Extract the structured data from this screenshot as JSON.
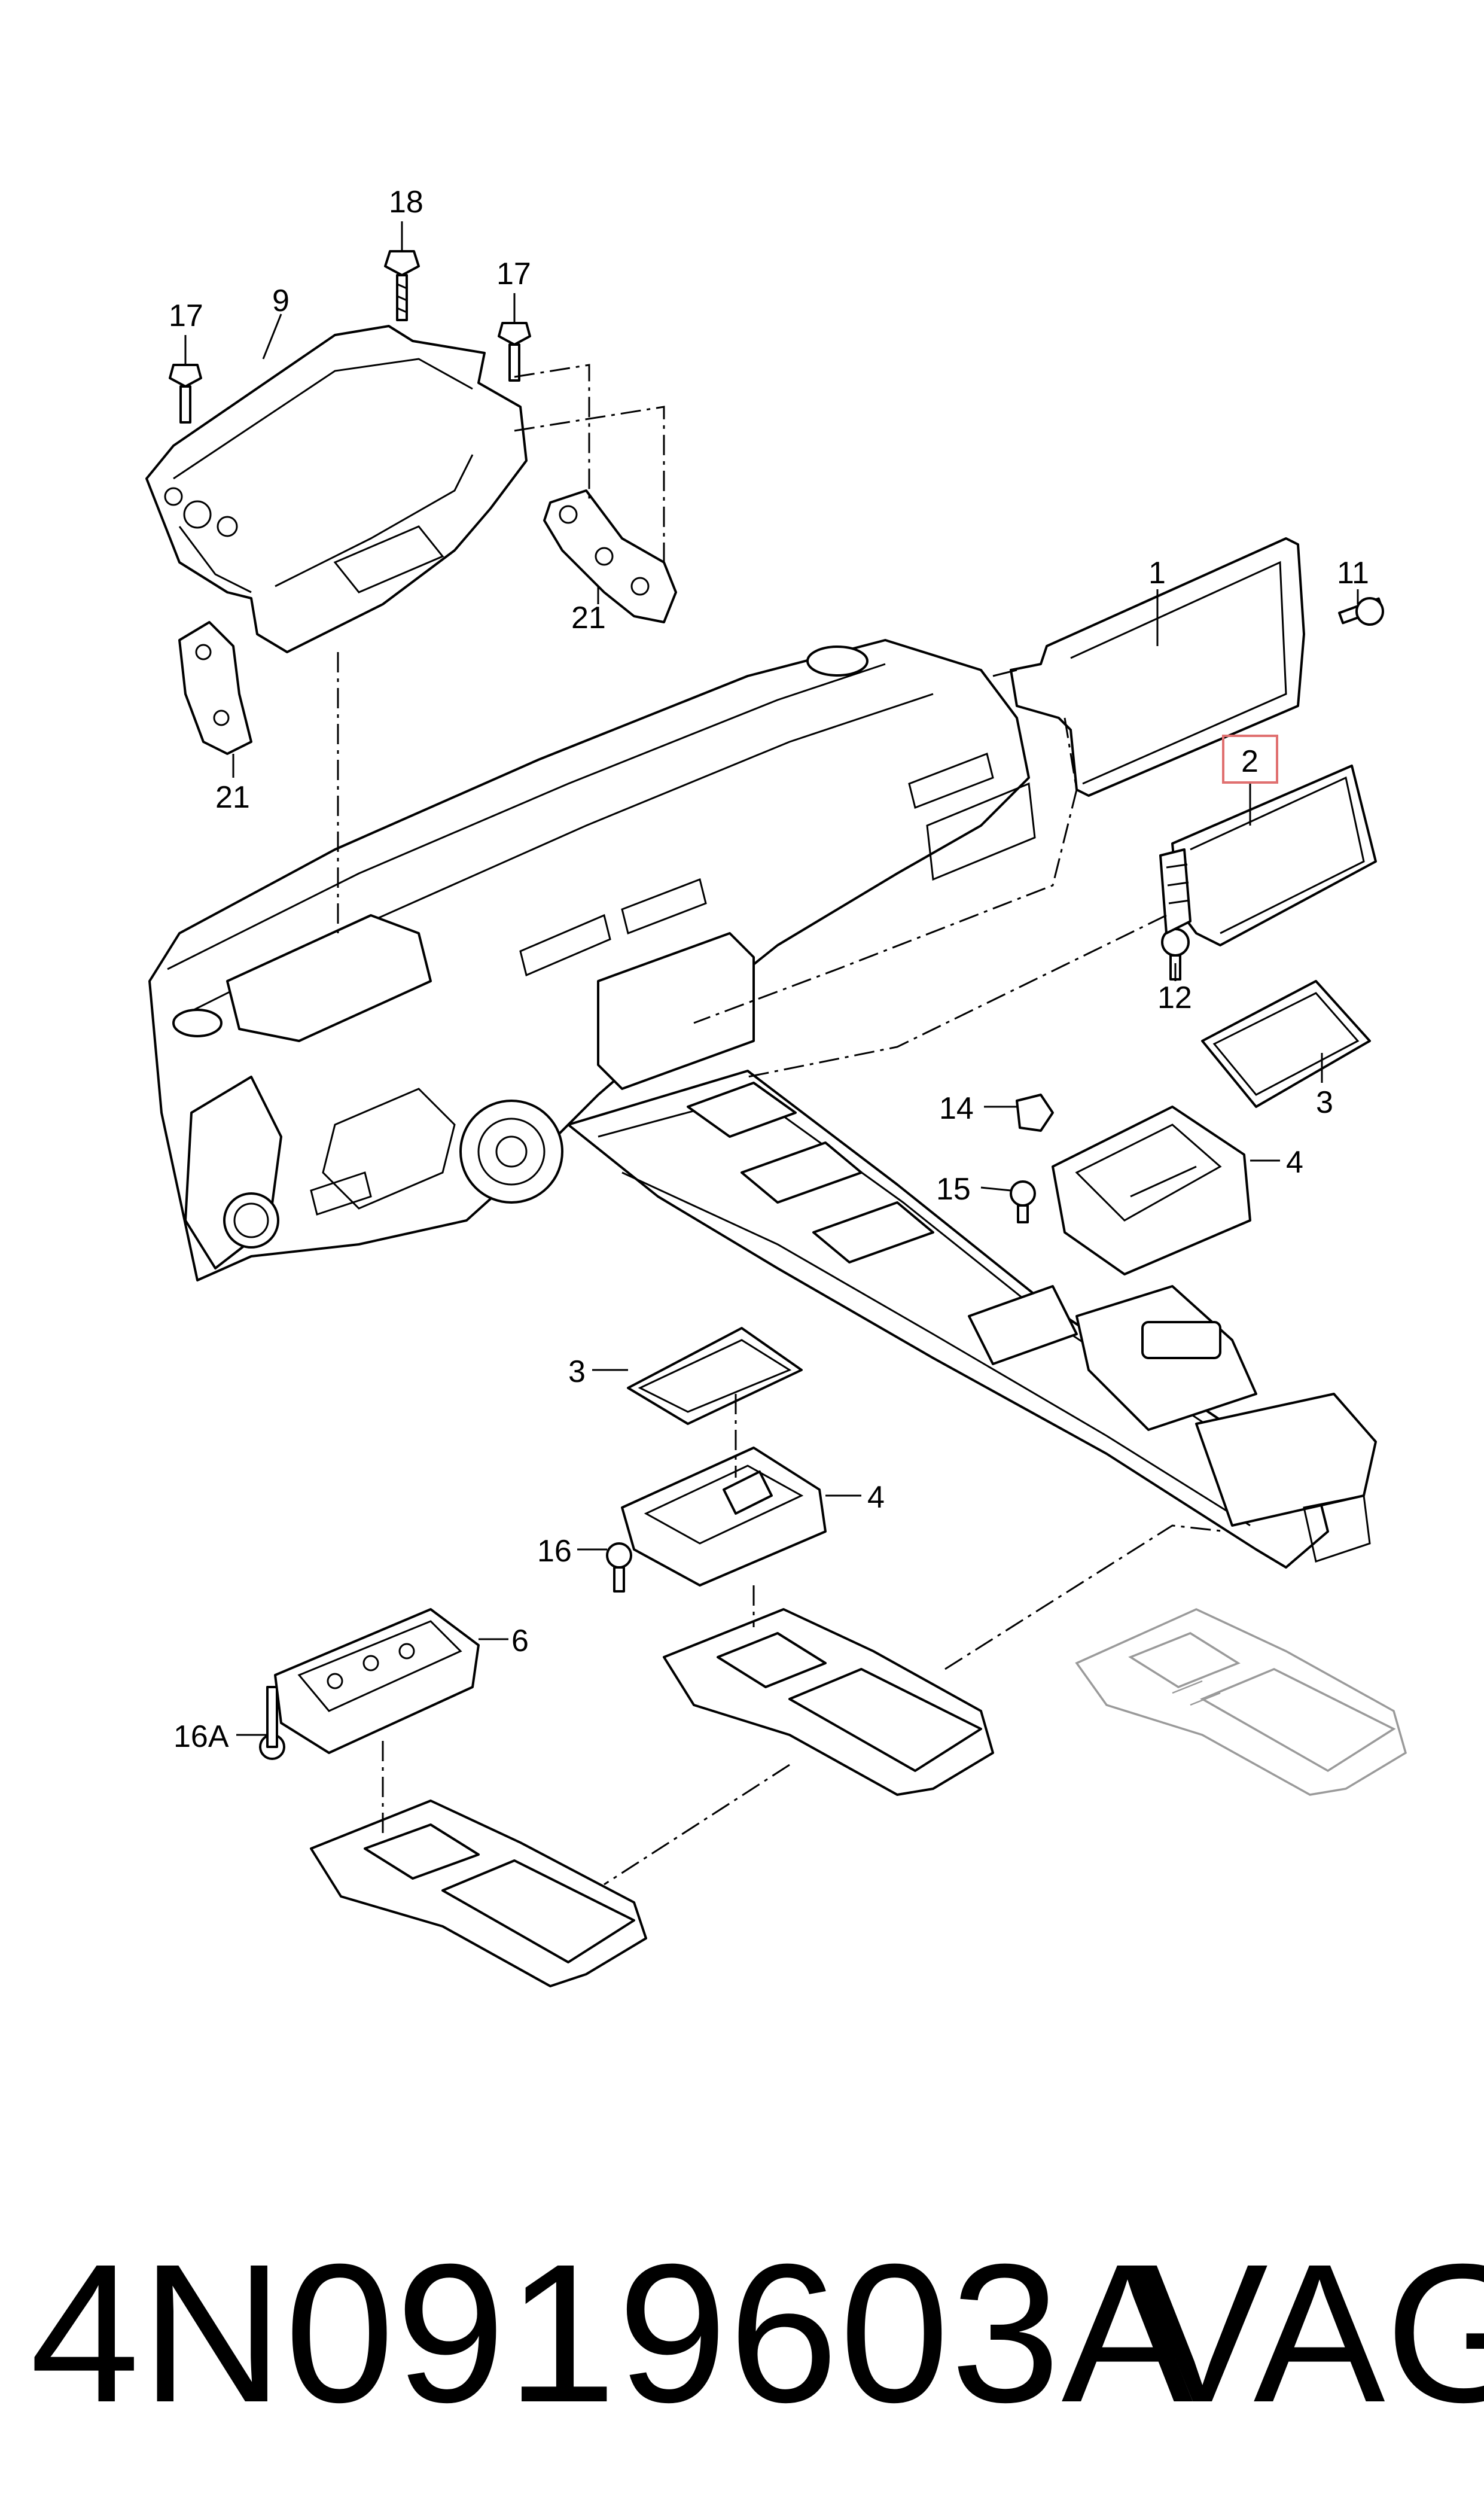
{
  "callouts": {
    "c18": "18",
    "c17a": "17",
    "c17b": "17",
    "c9": "9",
    "c21a": "21",
    "c21b": "21",
    "c1": "1",
    "c11": "11",
    "c2": "2",
    "c12": "12",
    "c3a": "3",
    "c14": "14",
    "c4a": "4",
    "c15": "15",
    "c3b": "3",
    "c4b": "4",
    "c16": "16",
    "c6": "6",
    "c16a": "16A"
  },
  "highlight": {
    "callout": "2",
    "color": "#e07070"
  },
  "footer": {
    "part_number": "4N0919603A",
    "brand": "VAG"
  }
}
